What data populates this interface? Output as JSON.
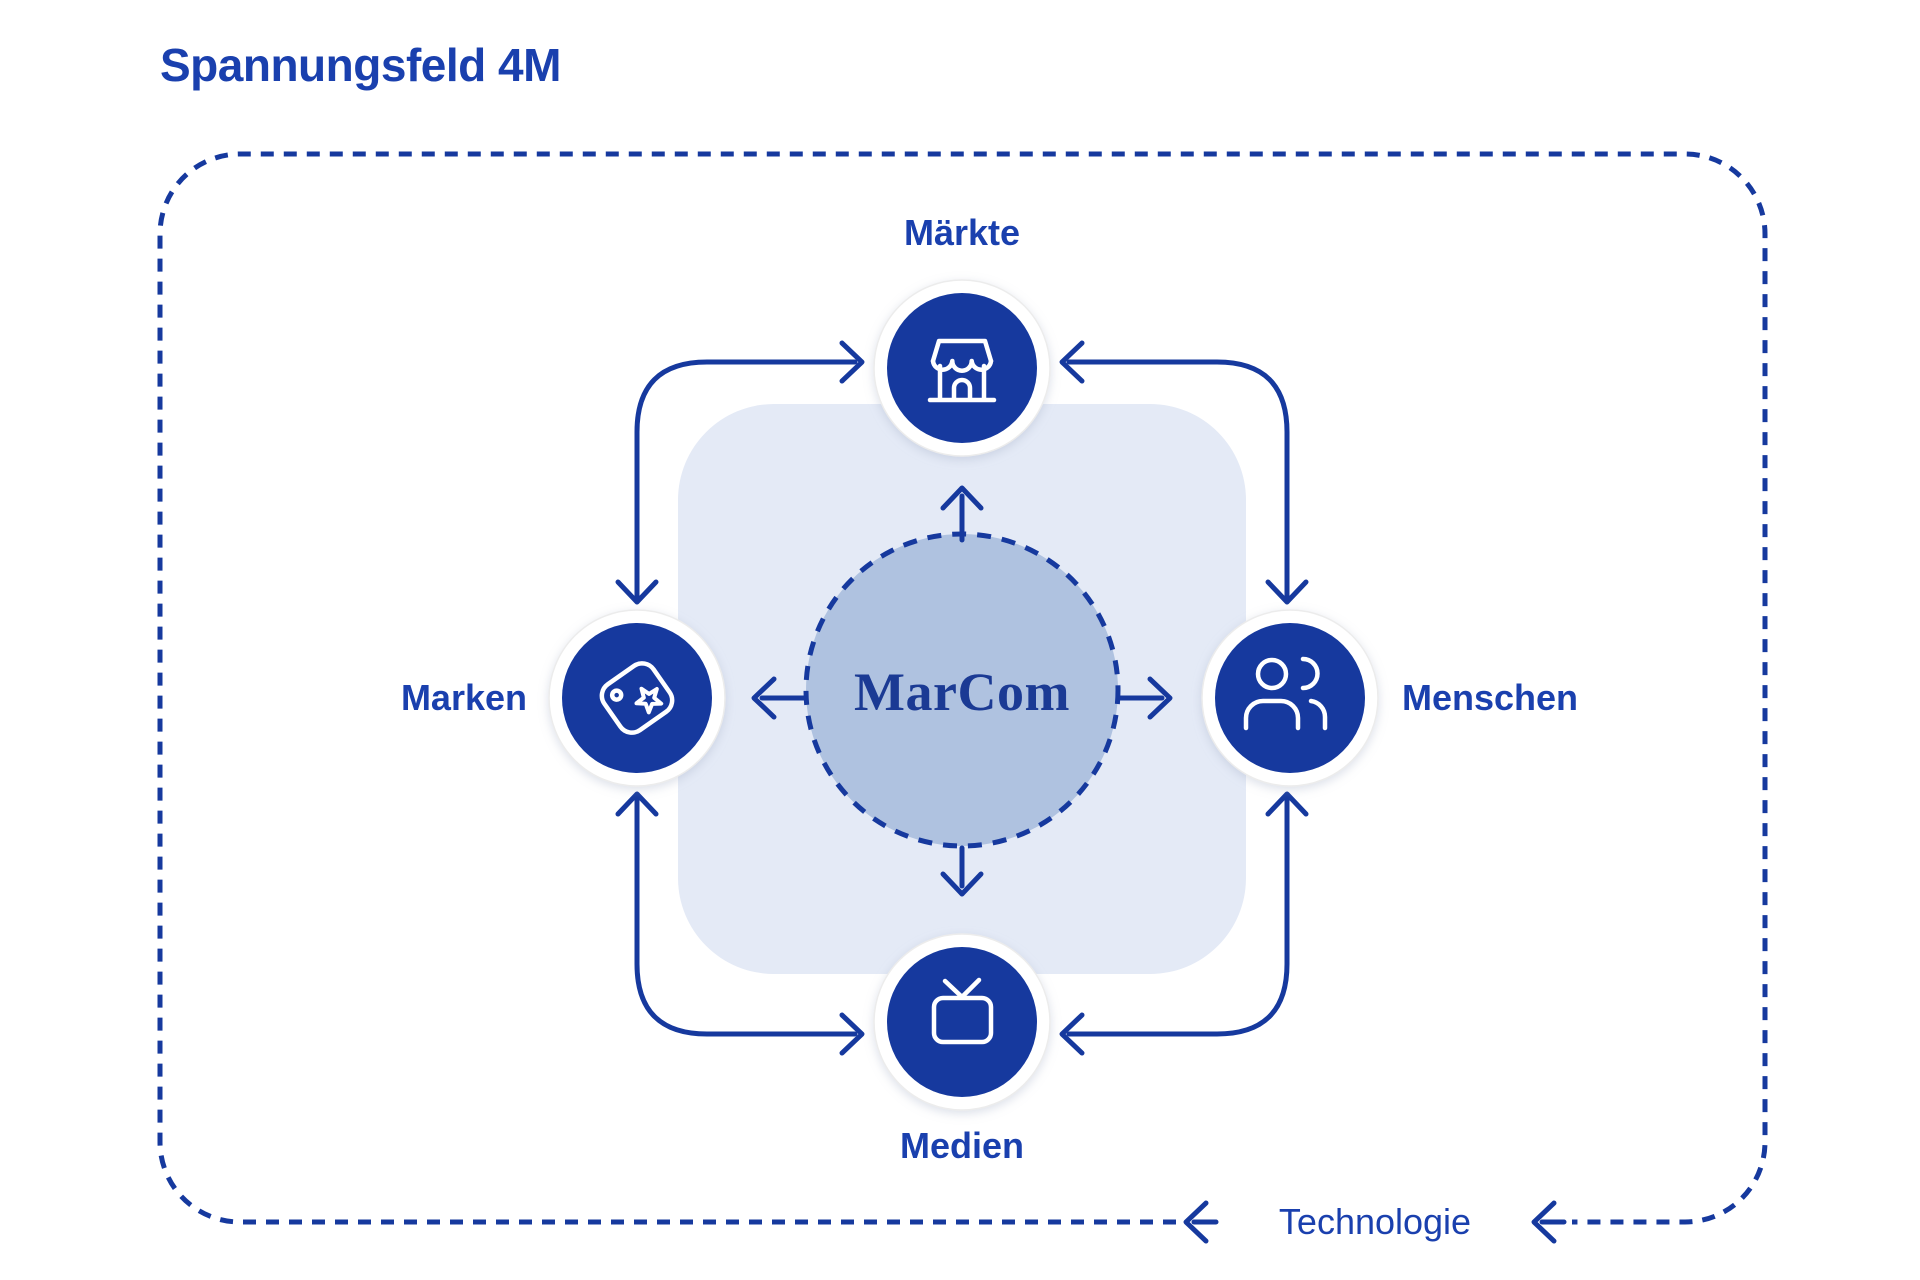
{
  "title": "Spannungsfeld 4M",
  "colors": {
    "blue_dark": "#16399E",
    "blue_text": "#1A40AE",
    "marcom_blue": "#1B3A94",
    "center_fill": "#AFC2E0",
    "panel_fill": "#E4EAF6",
    "background": "#FFFFFF",
    "icon_stroke": "#FFFFFF"
  },
  "diagram": {
    "center": {
      "label": "MarCom"
    },
    "nodes": [
      {
        "id": "maerkte",
        "label": "Märkte",
        "position": "top",
        "icon": "storefront-icon"
      },
      {
        "id": "menschen",
        "label": "Menschen",
        "position": "right",
        "icon": "people-icon"
      },
      {
        "id": "medien",
        "label": "Medien",
        "position": "bottom",
        "icon": "tv-icon"
      },
      {
        "id": "marken",
        "label": "Marken",
        "position": "left",
        "icon": "tag-icon"
      }
    ],
    "technology_label": "Technologie"
  }
}
